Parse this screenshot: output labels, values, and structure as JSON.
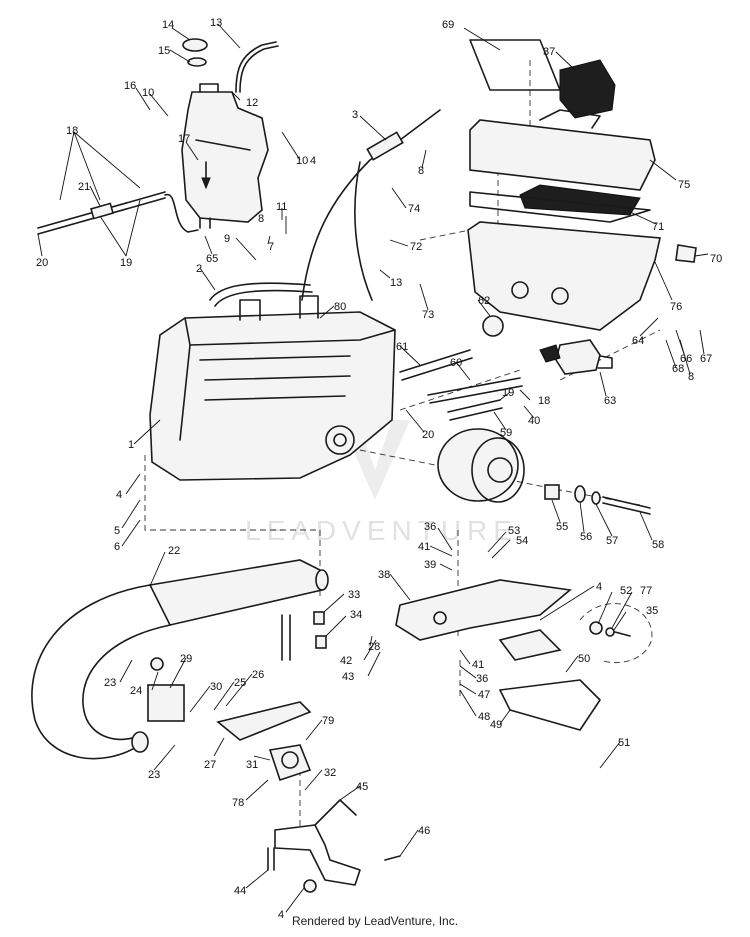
{
  "footer": "Rendered by LeadVenture, Inc.",
  "watermark": "LEADVENTURE",
  "callouts": [
    {
      "id": "c14",
      "label": "14"
    },
    {
      "id": "c13",
      "label": "13"
    },
    {
      "id": "c15",
      "label": "15"
    },
    {
      "id": "c12",
      "label": "12"
    },
    {
      "id": "c69",
      "label": "69"
    },
    {
      "id": "c37",
      "label": "37"
    },
    {
      "id": "c16",
      "label": "16"
    },
    {
      "id": "c10a",
      "label": "10"
    },
    {
      "id": "c3",
      "label": "3"
    },
    {
      "id": "c10b",
      "label": "10"
    },
    {
      "id": "c4a",
      "label": "4"
    },
    {
      "id": "c18a",
      "label": "18"
    },
    {
      "id": "c8a",
      "label": "8"
    },
    {
      "id": "c17",
      "label": "17"
    },
    {
      "id": "c75",
      "label": "75"
    },
    {
      "id": "c21",
      "label": "21"
    },
    {
      "id": "c74",
      "label": "74"
    },
    {
      "id": "c11",
      "label": "11"
    },
    {
      "id": "c71",
      "label": "71"
    },
    {
      "id": "c8b",
      "label": "8"
    },
    {
      "id": "c7",
      "label": "7"
    },
    {
      "id": "c9",
      "label": "9"
    },
    {
      "id": "c72",
      "label": "72"
    },
    {
      "id": "c20a",
      "label": "20"
    },
    {
      "id": "c19a",
      "label": "19"
    },
    {
      "id": "c65",
      "label": "65"
    },
    {
      "id": "c70",
      "label": "70"
    },
    {
      "id": "c13b",
      "label": "13"
    },
    {
      "id": "c2",
      "label": "2"
    },
    {
      "id": "c76",
      "label": "76"
    },
    {
      "id": "c62",
      "label": "62"
    },
    {
      "id": "c73",
      "label": "73"
    },
    {
      "id": "c80",
      "label": "80"
    },
    {
      "id": "c64",
      "label": "64"
    },
    {
      "id": "c66",
      "label": "66"
    },
    {
      "id": "c67",
      "label": "67"
    },
    {
      "id": "c61",
      "label": "61"
    },
    {
      "id": "c68",
      "label": "68"
    },
    {
      "id": "c8c",
      "label": "8"
    },
    {
      "id": "c60",
      "label": "60"
    },
    {
      "id": "c63",
      "label": "63"
    },
    {
      "id": "c18b",
      "label": "18"
    },
    {
      "id": "c19b",
      "label": "19"
    },
    {
      "id": "c40",
      "label": "40"
    },
    {
      "id": "c20b",
      "label": "20"
    },
    {
      "id": "c59",
      "label": "59"
    },
    {
      "id": "c1",
      "label": "1"
    },
    {
      "id": "c4b",
      "label": "4"
    },
    {
      "id": "c55",
      "label": "55"
    },
    {
      "id": "c56",
      "label": "56"
    },
    {
      "id": "c57",
      "label": "57"
    },
    {
      "id": "c58",
      "label": "58"
    },
    {
      "id": "c5",
      "label": "5"
    },
    {
      "id": "c6",
      "label": "6"
    },
    {
      "id": "c36a",
      "label": "36"
    },
    {
      "id": "c53",
      "label": "53"
    },
    {
      "id": "c54",
      "label": "54"
    },
    {
      "id": "c41a",
      "label": "41"
    },
    {
      "id": "c39",
      "label": "39"
    },
    {
      "id": "c22",
      "label": "22"
    },
    {
      "id": "c38",
      "label": "38"
    },
    {
      "id": "c4c",
      "label": "4"
    },
    {
      "id": "c33",
      "label": "33"
    },
    {
      "id": "c52",
      "label": "52"
    },
    {
      "id": "c77",
      "label": "77"
    },
    {
      "id": "c35",
      "label": "35"
    },
    {
      "id": "c34",
      "label": "34"
    },
    {
      "id": "c28",
      "label": "28"
    },
    {
      "id": "c42",
      "label": "42"
    },
    {
      "id": "c41b",
      "label": "41"
    },
    {
      "id": "c50",
      "label": "50"
    },
    {
      "id": "c29",
      "label": "29"
    },
    {
      "id": "c23a",
      "label": "23"
    },
    {
      "id": "c24",
      "label": "24"
    },
    {
      "id": "c26",
      "label": "26"
    },
    {
      "id": "c43",
      "label": "43"
    },
    {
      "id": "c36b",
      "label": "36"
    },
    {
      "id": "c25",
      "label": "25"
    },
    {
      "id": "c30",
      "label": "30"
    },
    {
      "id": "c47",
      "label": "47"
    },
    {
      "id": "c48",
      "label": "48"
    },
    {
      "id": "c49",
      "label": "49"
    },
    {
      "id": "c79",
      "label": "79"
    },
    {
      "id": "c51",
      "label": "51"
    },
    {
      "id": "c27",
      "label": "27"
    },
    {
      "id": "c31",
      "label": "31"
    },
    {
      "id": "c23b",
      "label": "23"
    },
    {
      "id": "c32",
      "label": "32"
    },
    {
      "id": "c78",
      "label": "78"
    },
    {
      "id": "c45",
      "label": "45"
    },
    {
      "id": "c46",
      "label": "46"
    },
    {
      "id": "c44",
      "label": "44"
    },
    {
      "id": "c4d",
      "label": "4"
    }
  ]
}
